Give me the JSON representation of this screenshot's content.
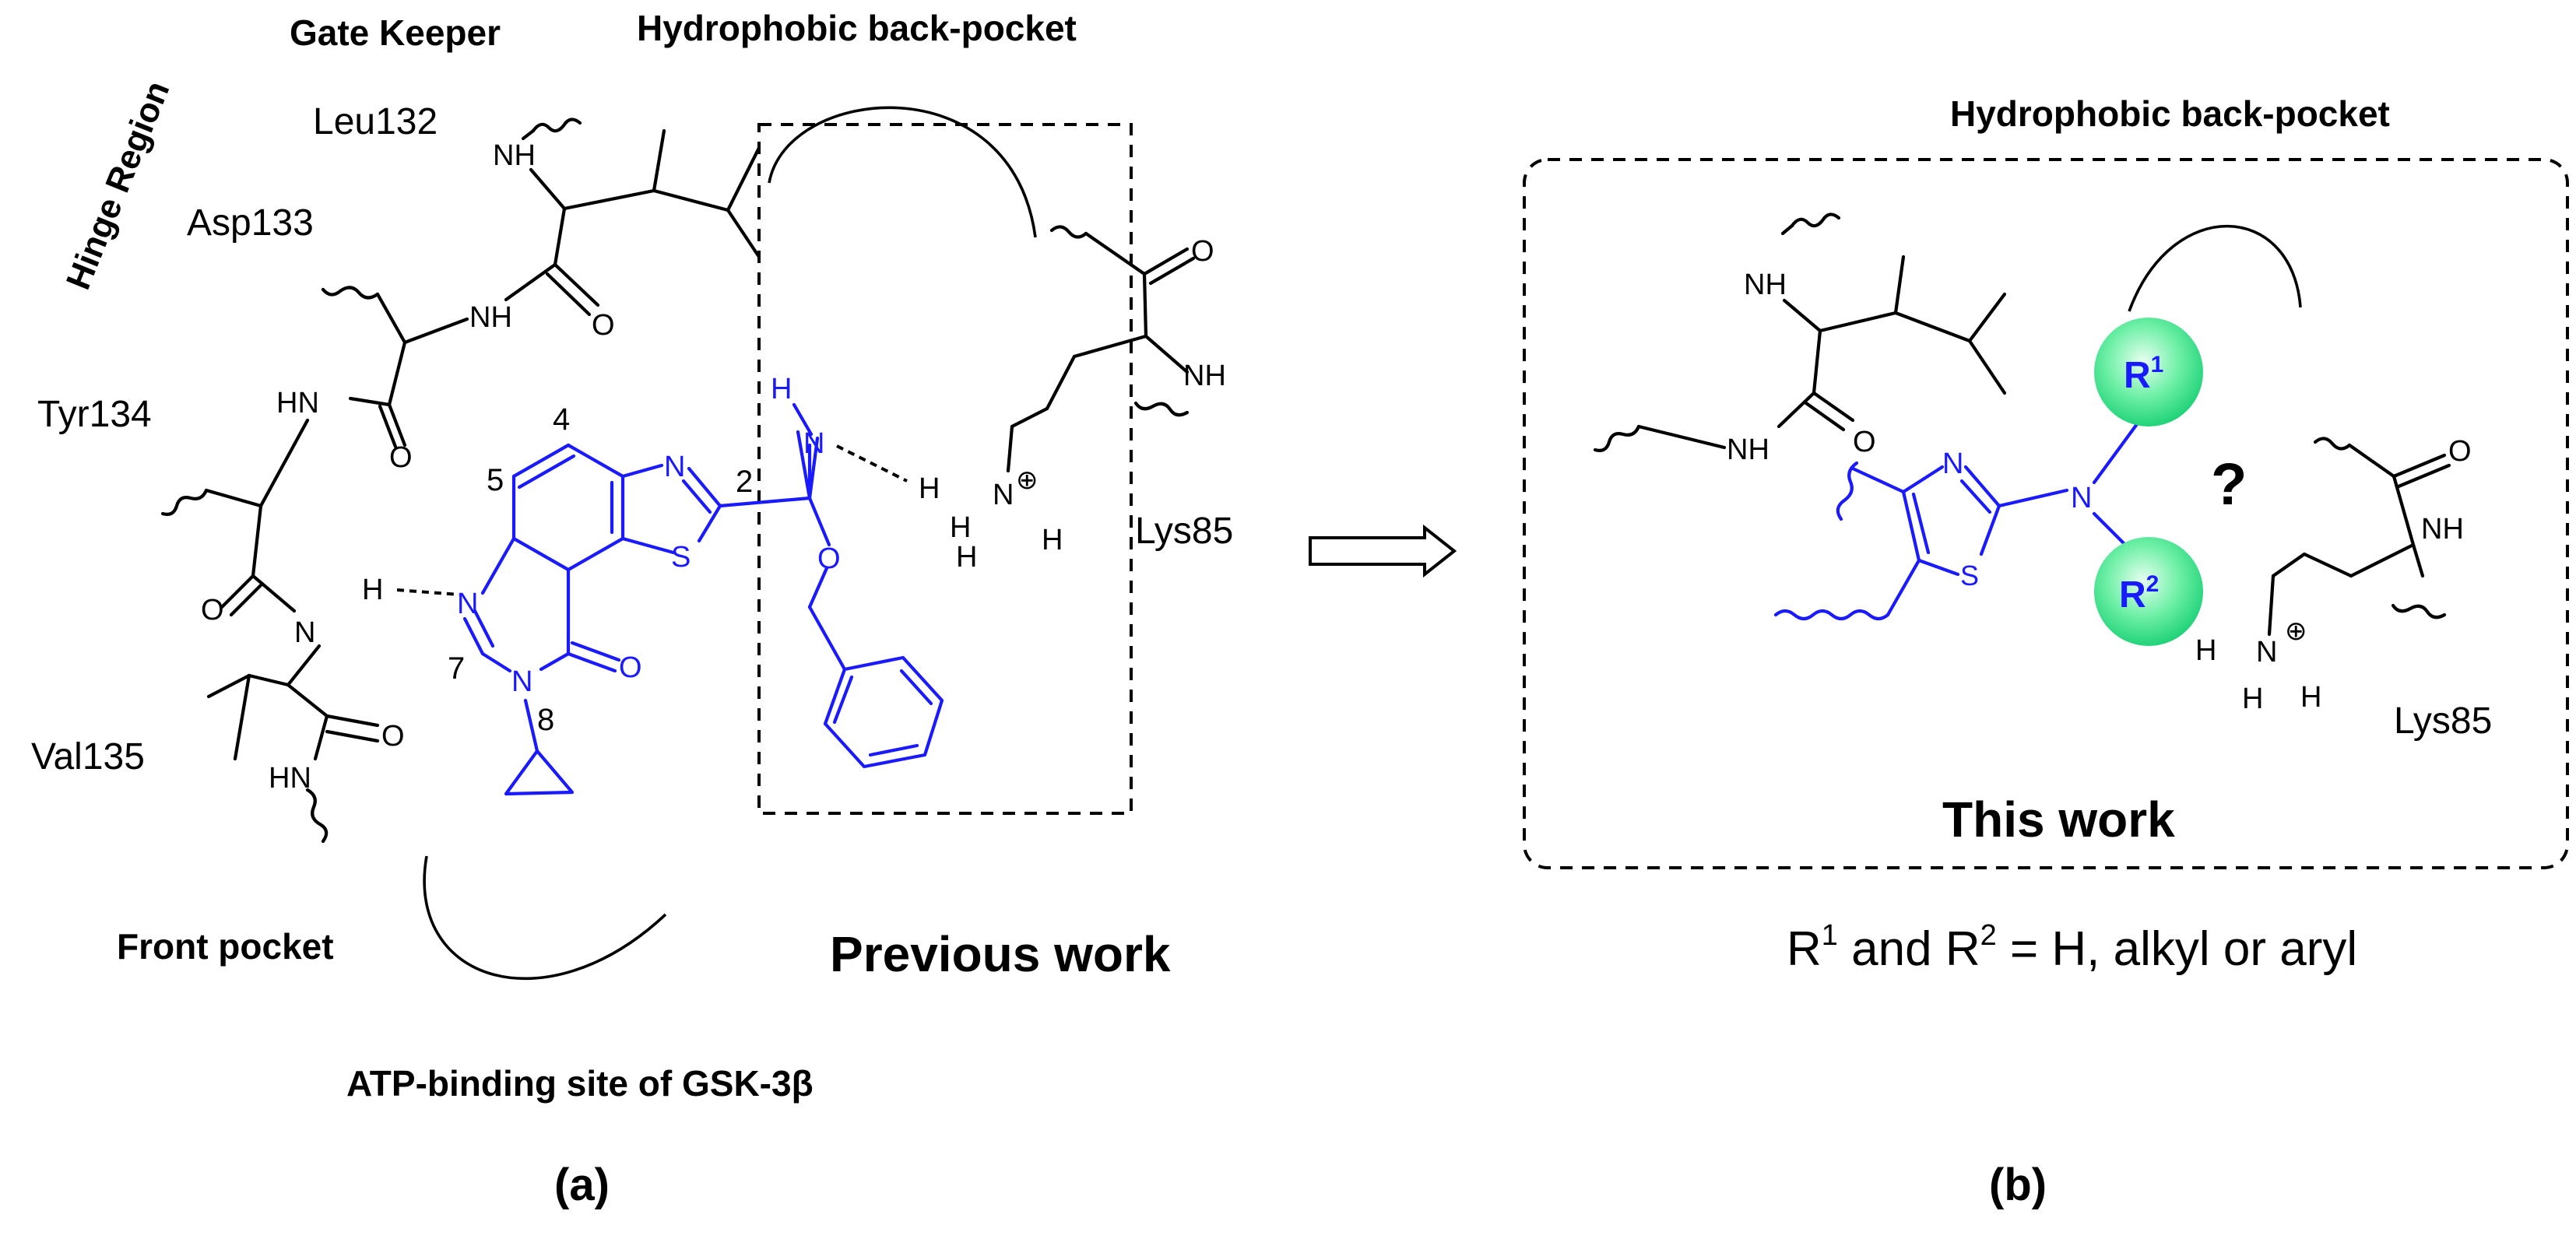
{
  "panel_a": {
    "hinge_region": "Hinge Region",
    "gate_keeper": "Gate Keeper",
    "back_pocket": "Hydrophobic back-pocket",
    "front_pocket": "Front pocket",
    "previous_work": "Previous work",
    "site_caption": "ATP-binding site of GSK-3β",
    "panel_label": "(a)",
    "residues": {
      "leu": "Leu132",
      "asp": "Asp133",
      "tyr": "Tyr134",
      "val": "Val135",
      "lys": "Lys85"
    },
    "atoms": {
      "nh": "NH",
      "hn": "HN",
      "n": "N",
      "o": "O",
      "s": "S",
      "h": "H",
      "plus": "⊕"
    },
    "positions": {
      "p2": "2",
      "p4": "4",
      "p5": "5",
      "p7": "7",
      "p8": "8"
    }
  },
  "panel_b": {
    "back_pocket": "Hydrophobic back-pocket",
    "this_work": "This work",
    "question": "?",
    "lys": "Lys85",
    "r": "R",
    "sup1": "1",
    "sup2": "2",
    "legend_r": "R",
    "legend_and": " and R",
    "legend_rest": " = H, alkyl or aryl",
    "panel_label": "(b)"
  },
  "colors": {
    "ligand": "#1a1aff",
    "protein": "#000000",
    "r_group_fill": "#33e38a"
  }
}
